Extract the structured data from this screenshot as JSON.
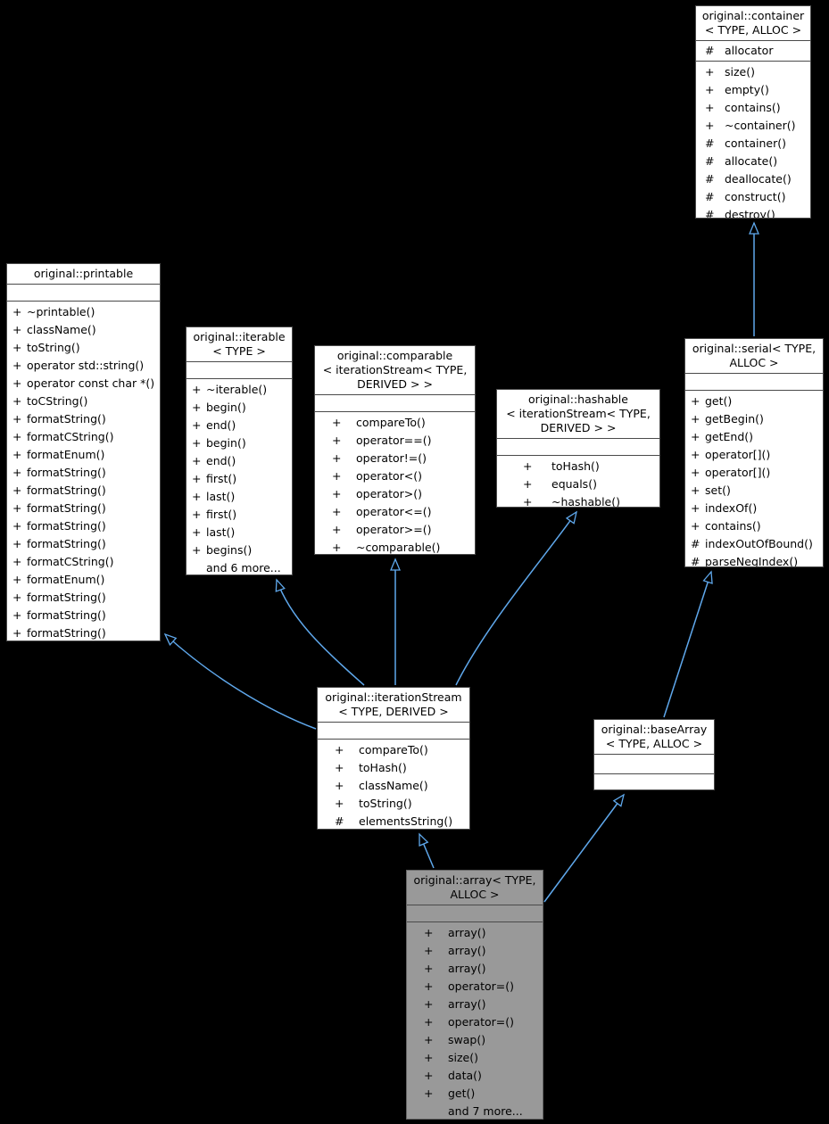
{
  "colors": {
    "background": "#000000",
    "box_fill": "#ffffff",
    "highlight_fill": "#999999",
    "border": "#4a4a4a",
    "edge": "#5fa8ec",
    "text": "#000000"
  },
  "classes": {
    "container": {
      "title": "original::container\n< TYPE, ALLOC >",
      "attributes": [
        {
          "sign": "#",
          "name": "allocator"
        }
      ],
      "methods": [
        {
          "sign": "+",
          "name": "size()"
        },
        {
          "sign": "+",
          "name": "empty()"
        },
        {
          "sign": "+",
          "name": "contains()"
        },
        {
          "sign": "+",
          "name": "~container()"
        },
        {
          "sign": "#",
          "name": "container()"
        },
        {
          "sign": "#",
          "name": "allocate()"
        },
        {
          "sign": "#",
          "name": "deallocate()"
        },
        {
          "sign": "#",
          "name": "construct()"
        },
        {
          "sign": "#",
          "name": "destroy()"
        }
      ]
    },
    "printable": {
      "title": "original::printable",
      "attributes": [],
      "methods": [
        {
          "sign": "+",
          "name": "~printable()"
        },
        {
          "sign": "+",
          "name": "className()"
        },
        {
          "sign": "+",
          "name": "toString()"
        },
        {
          "sign": "+",
          "name": "operator std::string()"
        },
        {
          "sign": "+",
          "name": "operator const char *()"
        },
        {
          "sign": "+",
          "name": "toCString()"
        },
        {
          "sign": "+",
          "name": "formatString()"
        },
        {
          "sign": "+",
          "name": "formatCString()"
        },
        {
          "sign": "+",
          "name": "formatEnum()"
        },
        {
          "sign": "+",
          "name": "formatString()"
        },
        {
          "sign": "+",
          "name": "formatString()"
        },
        {
          "sign": "+",
          "name": "formatString()"
        },
        {
          "sign": "+",
          "name": "formatString()"
        },
        {
          "sign": "+",
          "name": "formatString()"
        },
        {
          "sign": "+",
          "name": "formatCString()"
        },
        {
          "sign": "+",
          "name": "formatEnum()"
        },
        {
          "sign": "+",
          "name": "formatString()"
        },
        {
          "sign": "+",
          "name": "formatString()"
        },
        {
          "sign": "+",
          "name": "formatString()"
        }
      ]
    },
    "iterable": {
      "title": "original::iterable\n< TYPE >",
      "attributes": [],
      "methods": [
        {
          "sign": "+",
          "name": "~iterable()"
        },
        {
          "sign": "+",
          "name": "begin()"
        },
        {
          "sign": "+",
          "name": "end()"
        },
        {
          "sign": "+",
          "name": "begin()"
        },
        {
          "sign": "+",
          "name": "end()"
        },
        {
          "sign": "+",
          "name": "first()"
        },
        {
          "sign": "+",
          "name": "last()"
        },
        {
          "sign": "+",
          "name": "first()"
        },
        {
          "sign": "+",
          "name": "last()"
        },
        {
          "sign": "+",
          "name": "begins()"
        },
        {
          "sign": "",
          "name": "and 6 more..."
        }
      ]
    },
    "comparable": {
      "title": "original::comparable\n< iterationStream< TYPE,\nDERIVED > >",
      "attributes": [],
      "methods": [
        {
          "sign": "+",
          "name": "compareTo()"
        },
        {
          "sign": "+",
          "name": "operator==()"
        },
        {
          "sign": "+",
          "name": "operator!=()"
        },
        {
          "sign": "+",
          "name": "operator<()"
        },
        {
          "sign": "+",
          "name": "operator>()"
        },
        {
          "sign": "+",
          "name": "operator<=()"
        },
        {
          "sign": "+",
          "name": "operator>=()"
        },
        {
          "sign": "+",
          "name": "~comparable()"
        }
      ]
    },
    "hashable": {
      "title": "original::hashable\n< iterationStream< TYPE,\nDERIVED > >",
      "attributes": [],
      "methods": [
        {
          "sign": "+",
          "name": "toHash()"
        },
        {
          "sign": "+",
          "name": "equals()"
        },
        {
          "sign": "+",
          "name": "~hashable()"
        }
      ]
    },
    "serial": {
      "title": "original::serial< TYPE,\nALLOC >",
      "attributes": [],
      "methods": [
        {
          "sign": "+",
          "name": "get()"
        },
        {
          "sign": "+",
          "name": "getBegin()"
        },
        {
          "sign": "+",
          "name": "getEnd()"
        },
        {
          "sign": "+",
          "name": "operator[]()"
        },
        {
          "sign": "+",
          "name": "operator[]()"
        },
        {
          "sign": "+",
          "name": "set()"
        },
        {
          "sign": "+",
          "name": "indexOf()"
        },
        {
          "sign": "+",
          "name": "contains()"
        },
        {
          "sign": "#",
          "name": "indexOutOfBound()"
        },
        {
          "sign": "#",
          "name": "parseNegIndex()"
        }
      ]
    },
    "iteration_stream": {
      "title": "original::iterationStream\n< TYPE, DERIVED >",
      "attributes": [],
      "methods": [
        {
          "sign": "+",
          "name": "compareTo()"
        },
        {
          "sign": "+",
          "name": "toHash()"
        },
        {
          "sign": "+",
          "name": "className()"
        },
        {
          "sign": "+",
          "name": "toString()"
        },
        {
          "sign": "#",
          "name": "elementsString()"
        }
      ]
    },
    "base_array": {
      "title": "original::baseArray\n< TYPE, ALLOC >",
      "attributes": [],
      "methods": []
    },
    "array": {
      "title": "original::array< TYPE,\nALLOC >",
      "attributes": [],
      "methods": [
        {
          "sign": "+",
          "name": "array()"
        },
        {
          "sign": "+",
          "name": "array()"
        },
        {
          "sign": "+",
          "name": "array()"
        },
        {
          "sign": "+",
          "name": "operator=()"
        },
        {
          "sign": "+",
          "name": "array()"
        },
        {
          "sign": "+",
          "name": "operator=()"
        },
        {
          "sign": "+",
          "name": "swap()"
        },
        {
          "sign": "+",
          "name": "size()"
        },
        {
          "sign": "+",
          "name": "data()"
        },
        {
          "sign": "+",
          "name": "get()"
        },
        {
          "sign": "",
          "name": "and 7 more..."
        }
      ]
    }
  },
  "edges": [
    {
      "from": "original::serial< TYPE, ALLOC >",
      "to": "original::container< TYPE, ALLOC >"
    },
    {
      "from": "original::baseArray< TYPE, ALLOC >",
      "to": "original::serial< TYPE, ALLOC >"
    },
    {
      "from": "original::iterationStream< TYPE, DERIVED >",
      "to": "original::comparable< iterationStream< TYPE, DERIVED > >"
    },
    {
      "from": "original::iterationStream< TYPE, DERIVED >",
      "to": "original::hashable< iterationStream< TYPE, DERIVED > >"
    },
    {
      "from": "original::iterationStream< TYPE, DERIVED >",
      "to": "original::iterable< TYPE >"
    },
    {
      "from": "original::iterationStream< TYPE, DERIVED >",
      "to": "original::printable"
    },
    {
      "from": "original::array< TYPE, ALLOC >",
      "to": "original::iterationStream< TYPE, DERIVED >"
    },
    {
      "from": "original::array< TYPE, ALLOC >",
      "to": "original::baseArray< TYPE, ALLOC >"
    }
  ]
}
